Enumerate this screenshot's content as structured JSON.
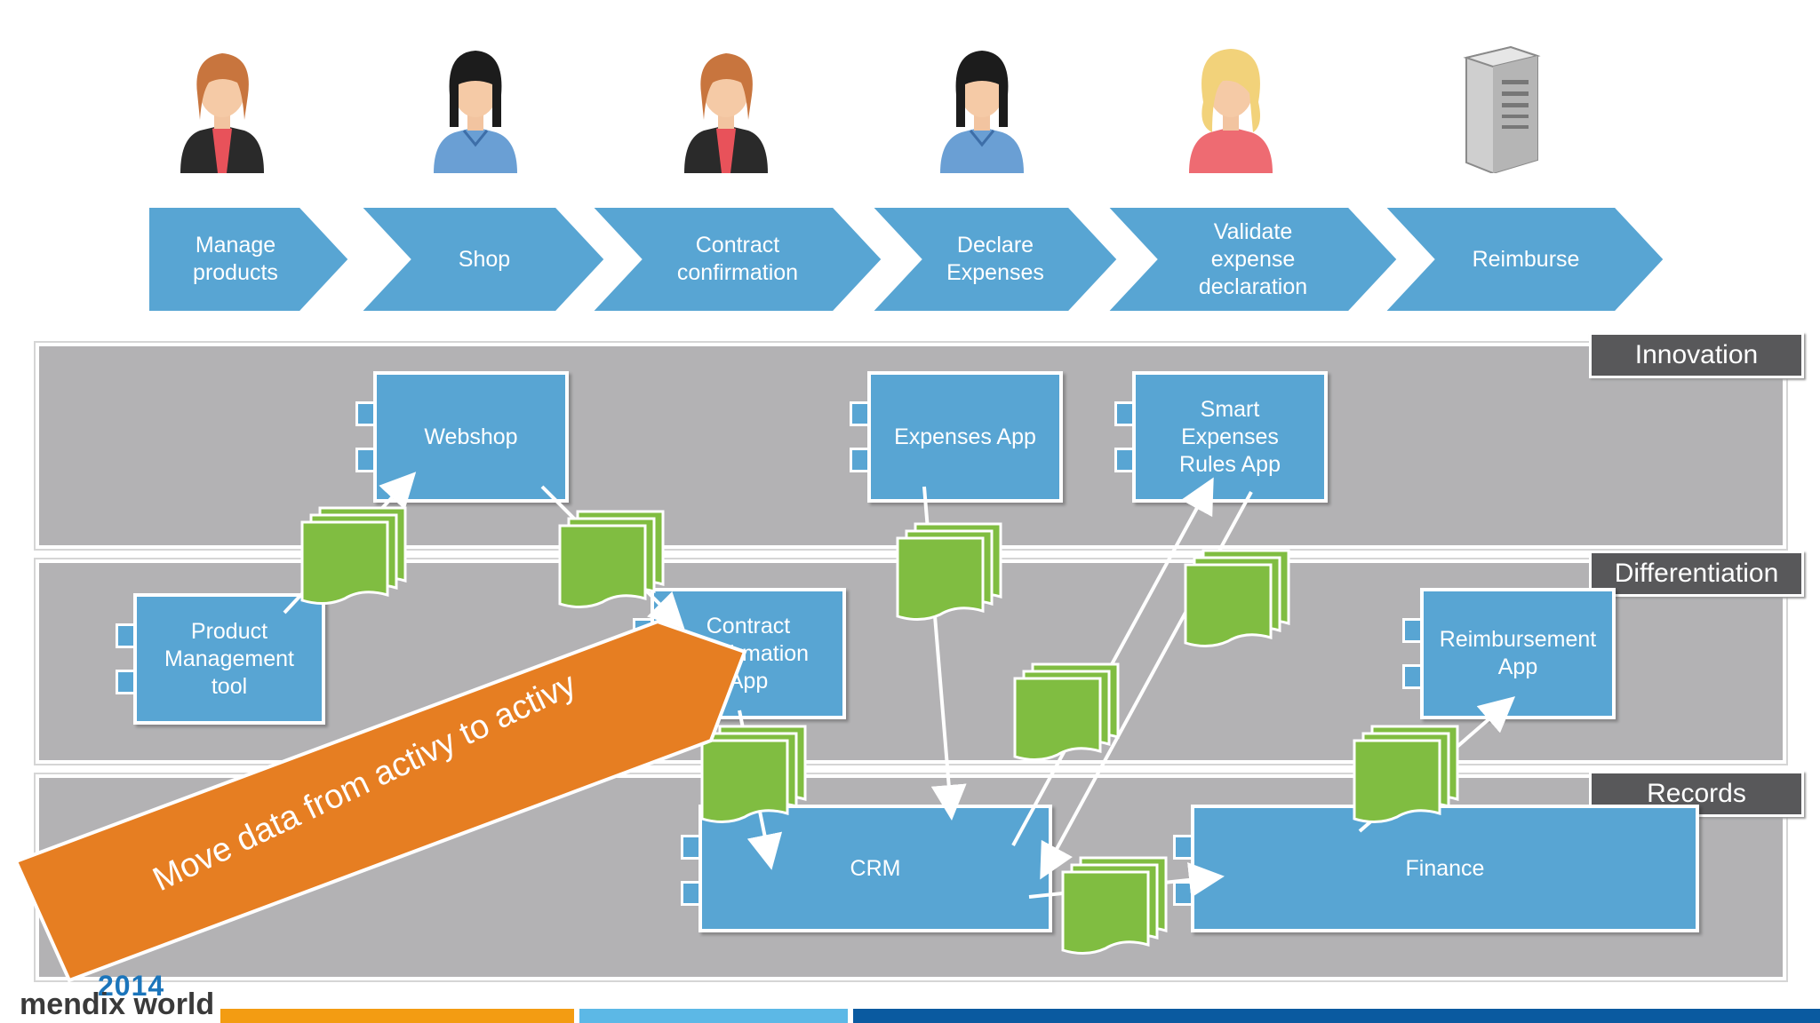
{
  "steps": [
    {
      "label": "Manage\nproducts"
    },
    {
      "label": "Shop"
    },
    {
      "label": "Contract\nconfirmation"
    },
    {
      "label": "Declare\nExpenses"
    },
    {
      "label": "Validate\nexpense\ndeclaration"
    },
    {
      "label": "Reimburse"
    }
  ],
  "actors": [
    {
      "icon": "businesswoman-red-icon"
    },
    {
      "icon": "woman-blue-icon"
    },
    {
      "icon": "businesswoman-red-icon"
    },
    {
      "icon": "woman-blue-icon"
    },
    {
      "icon": "blonde-woman-pink-icon"
    },
    {
      "icon": "server-icon"
    }
  ],
  "lanes": [
    {
      "label": "Innovation"
    },
    {
      "label": "Differentiation"
    },
    {
      "label": "Records"
    }
  ],
  "components": {
    "webshop": "Webshop",
    "expenses_app": "Expenses App",
    "smart_expenses": "Smart\nExpenses\nRules App",
    "product_mgmt": "Product\nManagement\ntool",
    "contract_app": "Contract\nconfirmation\nApp",
    "reimbursement_app": "Reimbursement\nApp",
    "crm": "CRM",
    "finance": "Finance"
  },
  "banner": {
    "text": "Move data from activy to activy"
  },
  "logo": {
    "year": "2014",
    "name": "mendix world"
  },
  "colors": {
    "process_blue": "#58a5d3",
    "lane_gray": "#b3b2b4",
    "tag_dark": "#58585a",
    "doc_green": "#80bd41",
    "banner_orange": "#e67e22",
    "footer_orange": "#f39c12",
    "footer_light_blue": "#5cb8e6",
    "footer_dark_blue": "#0a5aa0"
  }
}
